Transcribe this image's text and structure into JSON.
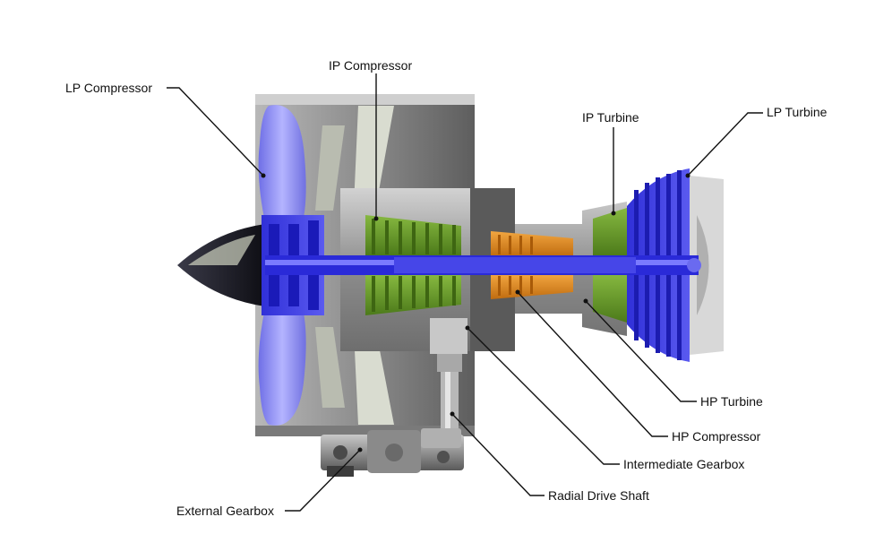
{
  "labels": {
    "lp_compressor": "LP Compressor",
    "ip_compressor": "IP Compressor",
    "ip_turbine": "IP Turbine",
    "lp_turbine": "LP Turbine",
    "hp_turbine": "HP Turbine",
    "hp_compressor": "HP Compressor",
    "intermediate_gearbox": "Intermediate Gearbox",
    "radial_drive_shaft": "Radial Drive Shaft",
    "external_gearbox": "External Gearbox"
  },
  "colors": {
    "fan_blue": "#8c8cf0",
    "lp_blue": "#2a2ad0",
    "ip_green": "#6a9a28",
    "hp_orange": "#e8901e",
    "casing_grey": "#9a9a9a",
    "spinner_black": "#1a1a22"
  }
}
